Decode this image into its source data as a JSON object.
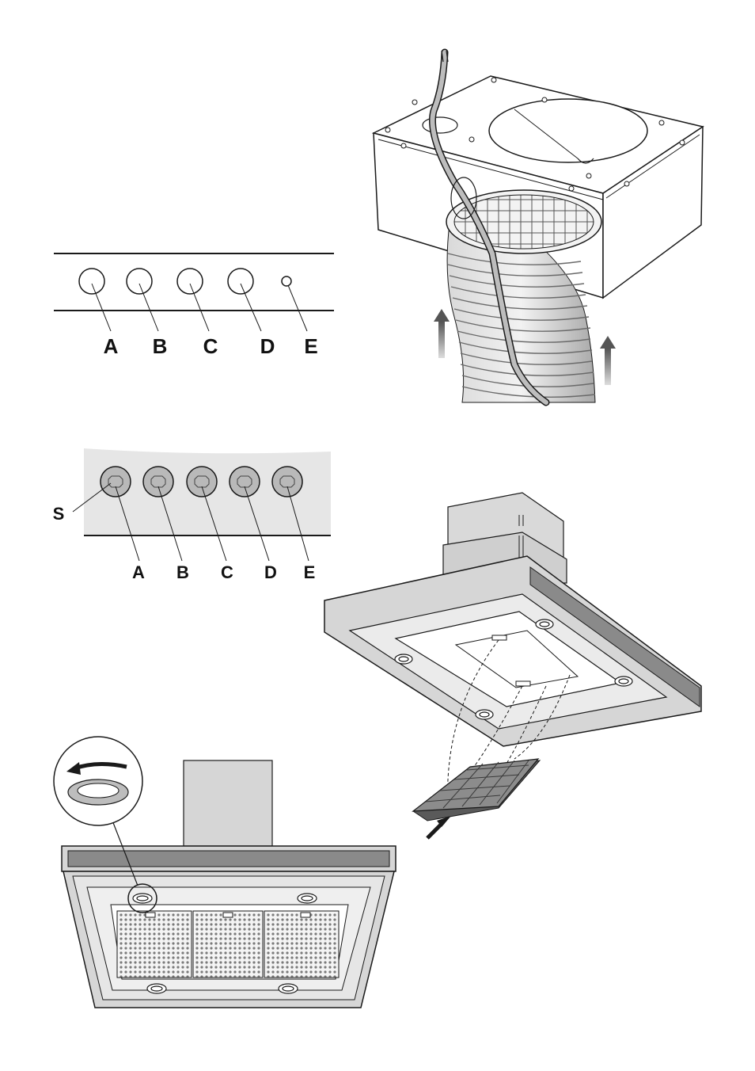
{
  "panel_buttons": {
    "labels": [
      "A",
      "B",
      "C",
      "D",
      "E"
    ]
  },
  "panel_knobs": {
    "labels": [
      "A",
      "B",
      "C",
      "D",
      "E"
    ],
    "screw_label": "S"
  },
  "colors": {
    "line": "#1a1a1a",
    "panel_grey": "#e6e6e6",
    "knob_grey": "#b9b9b9",
    "steel": "#d6d6d6",
    "dark_strip": "#8a8a8a",
    "filter": "#8c8c8c"
  }
}
